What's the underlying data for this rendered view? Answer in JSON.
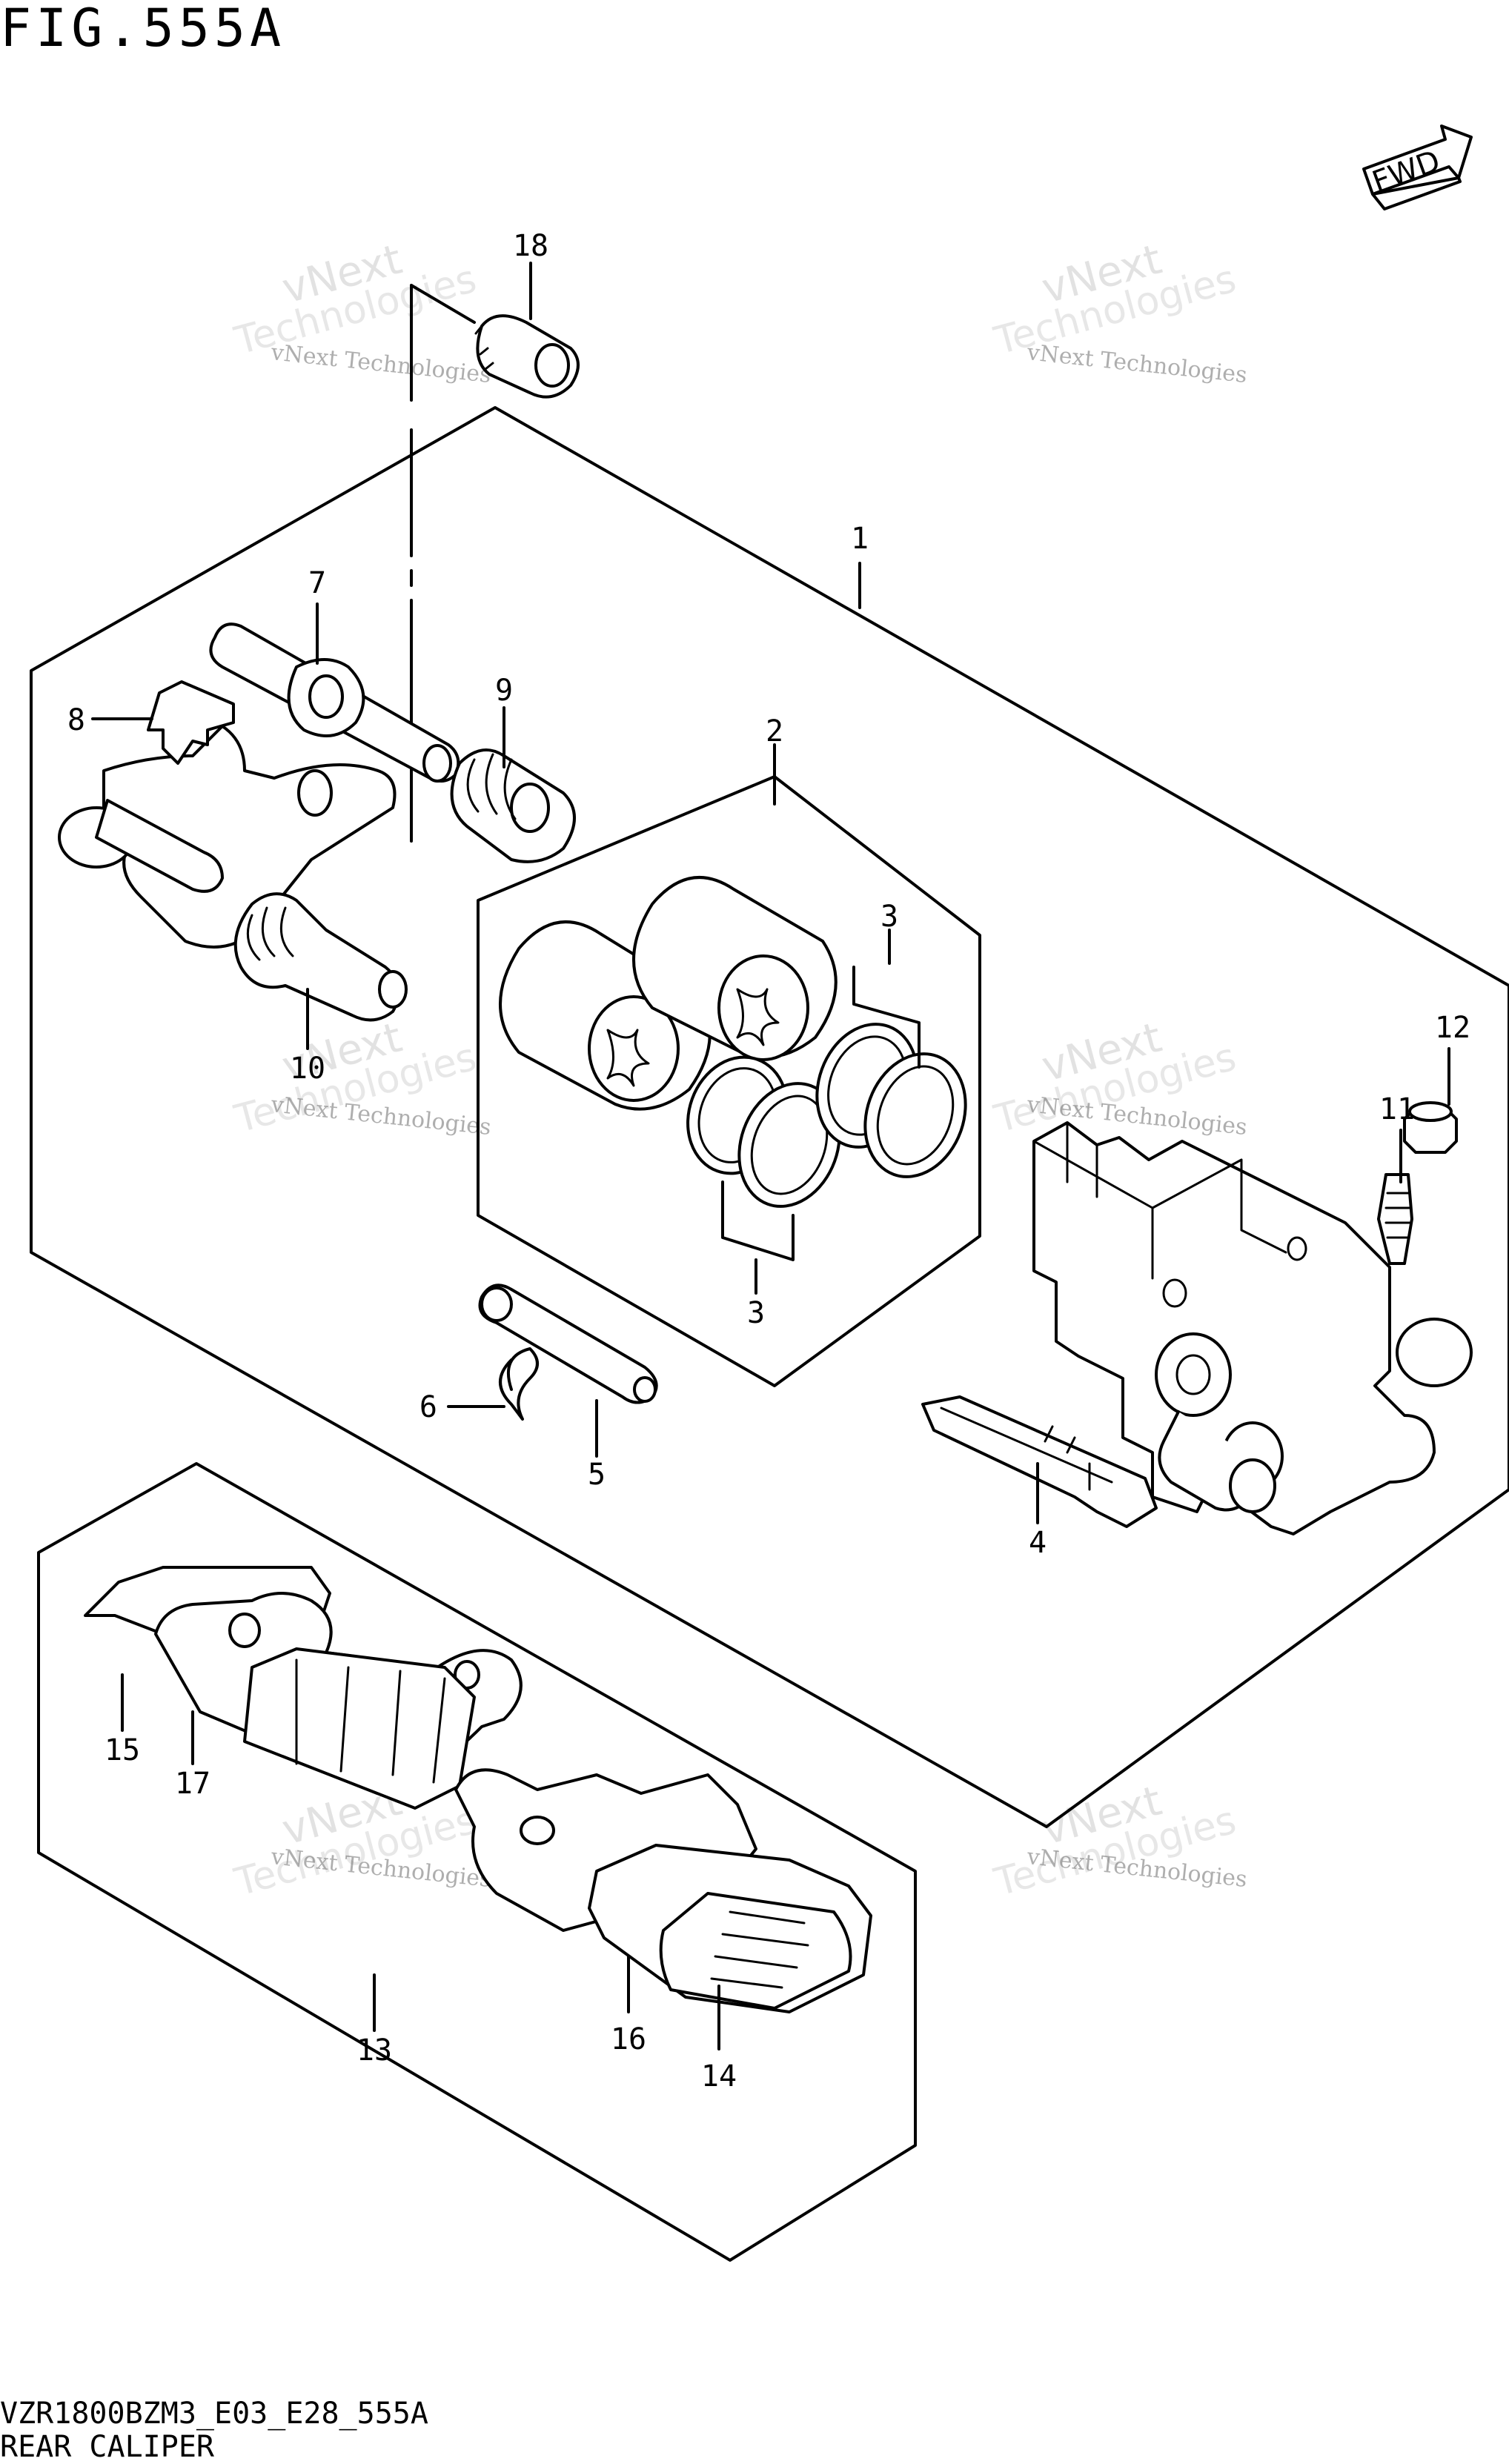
{
  "figure": {
    "title": "FIG.555A",
    "fwd_label": "FWD",
    "model_code": "VZR1800BZM3_E03_E28_555A",
    "caption": "REAR CALIPER"
  },
  "watermark": {
    "line1": "vNext Technologies",
    "line2": "vNext",
    "line3": "Technologies"
  },
  "callouts": [
    "1",
    "2",
    "3",
    "3",
    "4",
    "5",
    "6",
    "7",
    "8",
    "9",
    "10",
    "11",
    "12",
    "13",
    "14",
    "15",
    "16",
    "17",
    "18"
  ]
}
